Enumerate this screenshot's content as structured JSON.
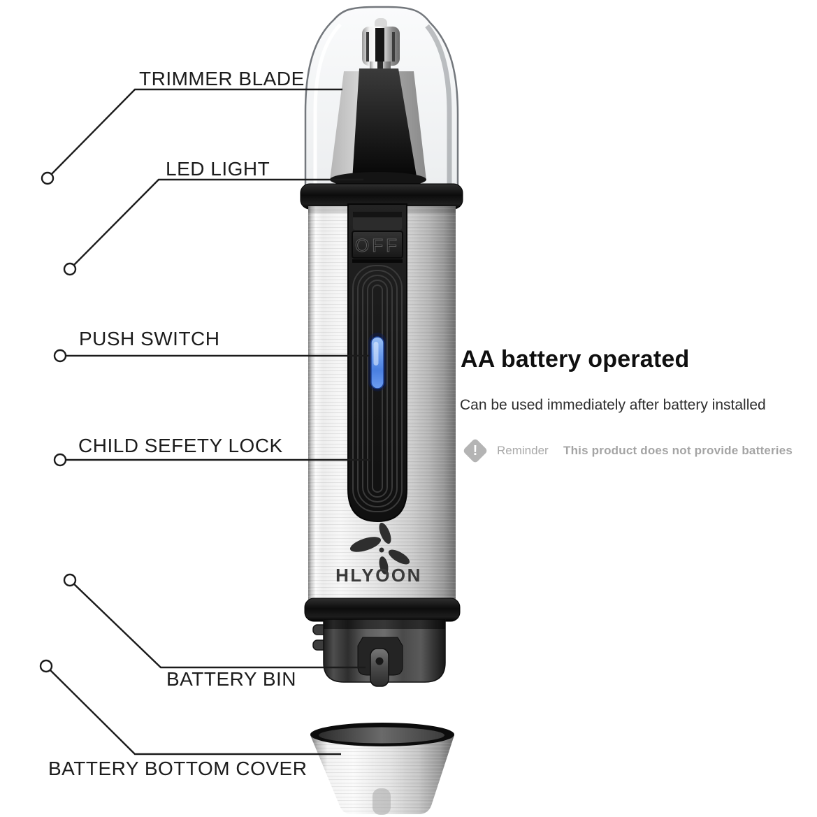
{
  "product": {
    "brand": "HLYOON",
    "switch_label": "OFF"
  },
  "callouts": [
    {
      "id": "trimmer-blade",
      "label": "TRIMMER BLADE"
    },
    {
      "id": "led-light",
      "label": "LED LIGHT"
    },
    {
      "id": "push-switch",
      "label": "PUSH SWITCH"
    },
    {
      "id": "child-safety-lock",
      "label": "CHILD SEFETY LOCK"
    },
    {
      "id": "battery-bin",
      "label": "BATTERY BIN"
    },
    {
      "id": "battery-bottom-cover",
      "label": "BATTERY BOTTOM COVER"
    }
  ],
  "info": {
    "title": "AA battery operated",
    "subtitle": "Can be used immediately after battery installed",
    "reminder_label": "Reminder",
    "reminder_text": "This product does not provide batteries",
    "reminder_icon_glyph": "!"
  },
  "colors": {
    "background": "#ffffff",
    "label_text": "#1c1c1c",
    "accent_blue": "#5b8de8",
    "reminder_gray": "#a9a9a9"
  }
}
